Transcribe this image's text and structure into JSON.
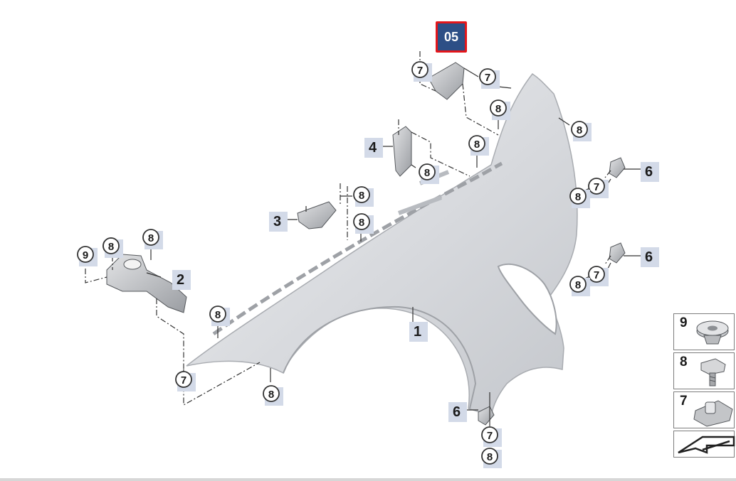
{
  "highlight": {
    "label": "05"
  },
  "callouts": [
    {
      "id": "c-1",
      "label": "1",
      "style": "big"
    },
    {
      "id": "c-2",
      "label": "2",
      "style": "big"
    },
    {
      "id": "c-3",
      "label": "3",
      "style": "big"
    },
    {
      "id": "c-4",
      "label": "4",
      "style": "big"
    },
    {
      "id": "c-6a",
      "label": "6",
      "style": "big"
    },
    {
      "id": "c-6b",
      "label": "6",
      "style": "big"
    },
    {
      "id": "c-6c",
      "label": "6",
      "style": "big"
    },
    {
      "id": "c-7a",
      "label": "7",
      "style": "circle"
    },
    {
      "id": "c-7b",
      "label": "7",
      "style": "circle"
    },
    {
      "id": "c-7c",
      "label": "7",
      "style": "circle"
    },
    {
      "id": "c-7d",
      "label": "7",
      "style": "circle"
    },
    {
      "id": "c-7e",
      "label": "7",
      "style": "circle"
    },
    {
      "id": "c-7f",
      "label": "7",
      "style": "circle"
    },
    {
      "id": "c-8a",
      "label": "8",
      "style": "circle"
    },
    {
      "id": "c-8b",
      "label": "8",
      "style": "circle"
    },
    {
      "id": "c-8c",
      "label": "8",
      "style": "circle"
    },
    {
      "id": "c-8d",
      "label": "8",
      "style": "circle"
    },
    {
      "id": "c-8e",
      "label": "8",
      "style": "circle"
    },
    {
      "id": "c-8f",
      "label": "8",
      "style": "circle"
    },
    {
      "id": "c-8g",
      "label": "8",
      "style": "circle"
    },
    {
      "id": "c-8h",
      "label": "8",
      "style": "circle"
    },
    {
      "id": "c-8i",
      "label": "8",
      "style": "circle"
    },
    {
      "id": "c-8j",
      "label": "8",
      "style": "circle"
    },
    {
      "id": "c-8k",
      "label": "8",
      "style": "circle"
    },
    {
      "id": "c-8l",
      "label": "8",
      "style": "circle"
    },
    {
      "id": "c-8m",
      "label": "8",
      "style": "circle"
    },
    {
      "id": "c-8n",
      "label": "8",
      "style": "circle"
    },
    {
      "id": "c-9",
      "label": "9",
      "style": "circle"
    }
  ],
  "legend": [
    {
      "label": "9",
      "icon": "nut-icon"
    },
    {
      "label": "8",
      "icon": "bolt-icon"
    },
    {
      "label": "7",
      "icon": "clip-nut-icon"
    }
  ],
  "nav": {
    "icon": "back-arrow-icon"
  },
  "colors": {
    "badge_bg": "#2d4f86",
    "badge_border": "#e3161b",
    "label_bg": "#d3dae8",
    "fender": "#d9dbdf"
  }
}
